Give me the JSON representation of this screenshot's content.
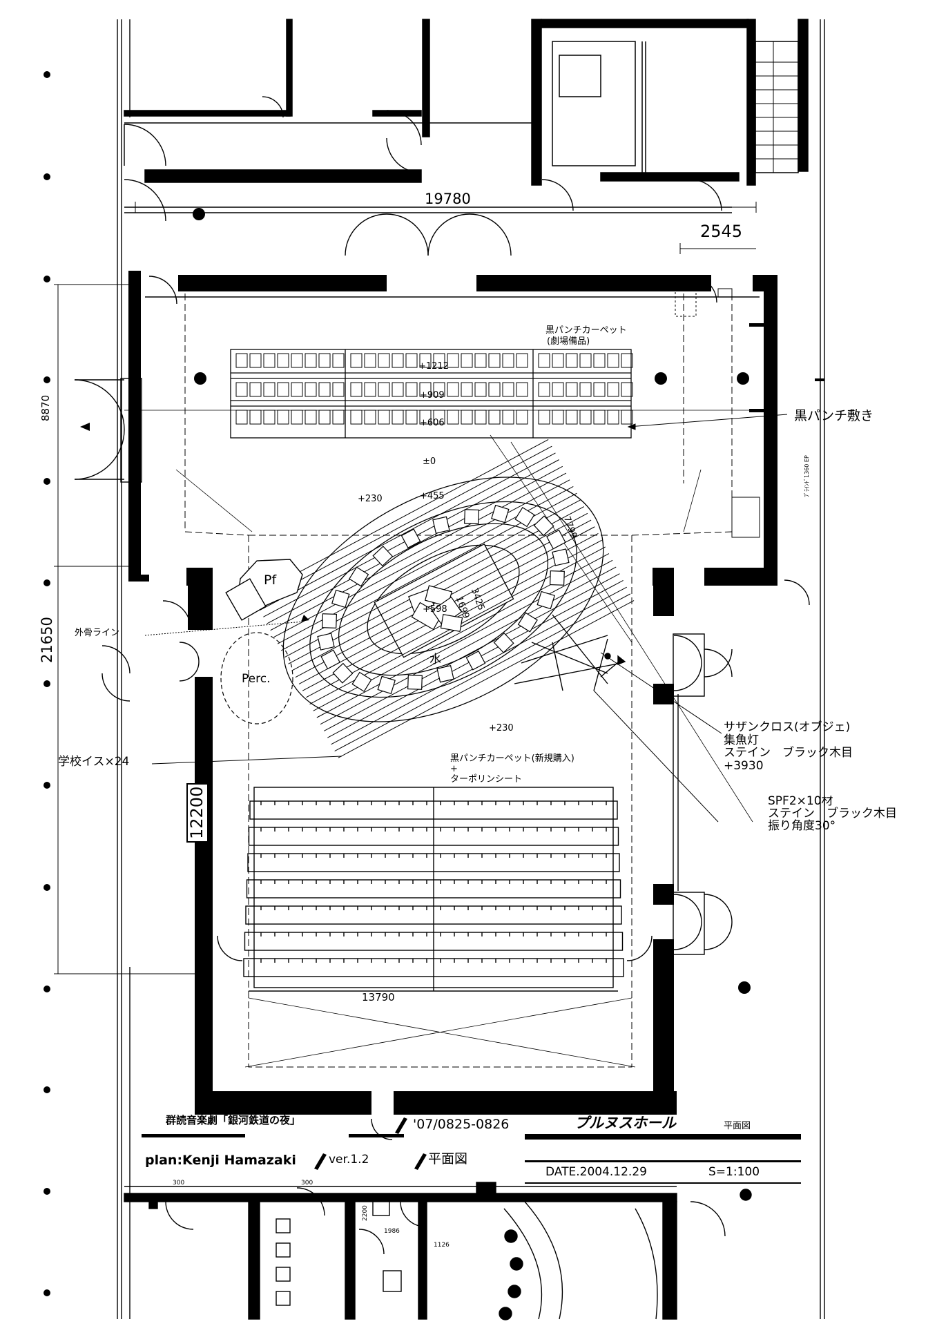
{
  "labels": {
    "dim_top_width": "19780",
    "dim_small": "2545",
    "dim_left_upper": "8870",
    "dim_left_total": "21650",
    "dim_left_lower": "12200",
    "dim_bottom_seating": "13790",
    "dim_diagonal": "7799",
    "dim_center": "3425",
    "dim_center2": "1699",
    "carpet_top": "黒パンチカーペット",
    "carpet_top_note": "(劇場備品)",
    "level_1212": "+1212",
    "level_909": "+909",
    "level_606": "+606",
    "level_zero": "±0",
    "level_230a": "+230",
    "level_455": "+455",
    "level_598": "+598",
    "level_230b": "+230",
    "punch_laid": "黒パンチ敷き",
    "piano": "Pf",
    "perc": "Perc.",
    "water": "水",
    "outer_frame_line": "外骨ライン",
    "school_chairs": "学校イス×24",
    "southern_cross": "サザンクロス(オブジェ)\n集魚灯\nステイン　ブラック木目\n+3930",
    "spf_note": "SPF2×10材\nステイン　ブラック木目\n振り角度30°",
    "carpet_new": "黒パンチカーペット(新規購入)\n+\nターポリンシート",
    "small_vertical_note": "ﾌﾞﾗｲﾝﾄﾞ1360 EP"
  },
  "title_block": {
    "production": "群読音楽劇「銀河鉄道の夜」",
    "dates": "'07/0825-0826",
    "venue": "プルヌスホール",
    "drawing_type_small": "平面図",
    "plan_by": "plan:Kenji Hamazaki",
    "version": "ver.1.2",
    "drawing_type": "平面図",
    "date": "DATE.2004.12.29",
    "scale": "S=1:100"
  },
  "annex_dims": {
    "d300a": "300",
    "d300b": "300",
    "d1986": "1986",
    "d1126": "1126",
    "d2200": "2200"
  }
}
